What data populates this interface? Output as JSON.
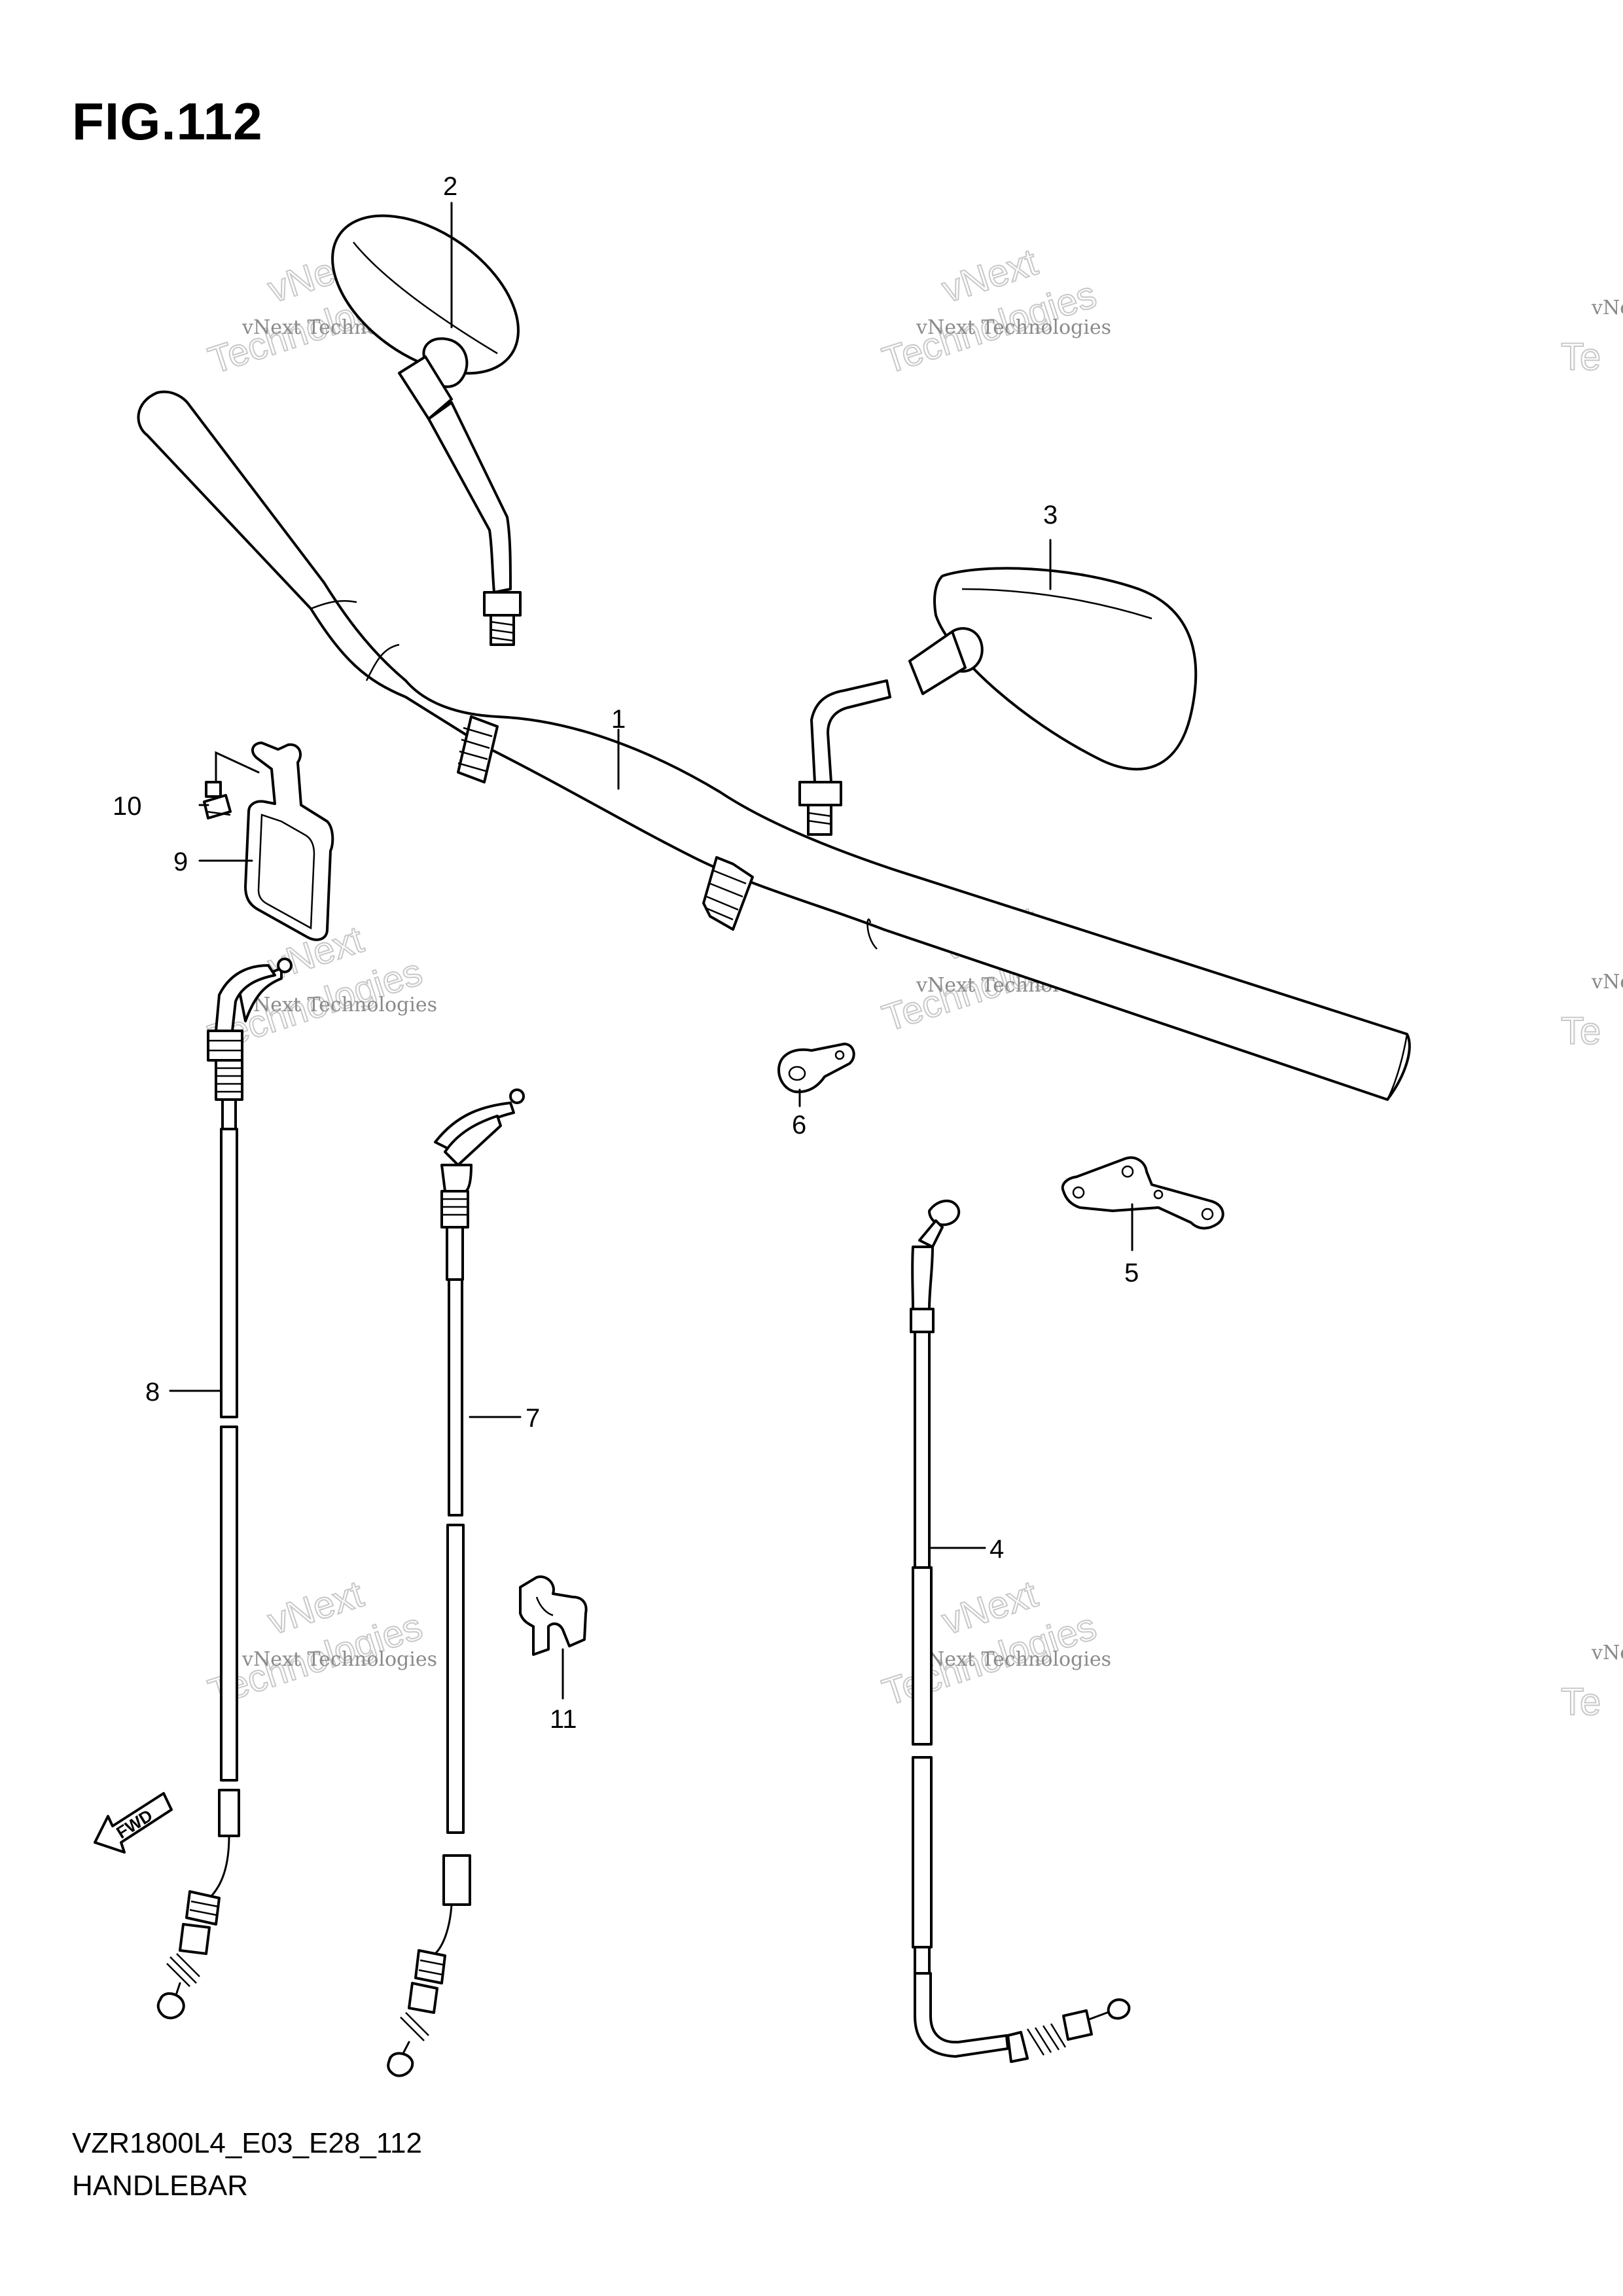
{
  "figure": {
    "title": "FIG.112",
    "code": "VZR1800L4_E03_E28_112",
    "name": "HANDLEBAR"
  },
  "callouts": [
    {
      "id": "1",
      "label": "1"
    },
    {
      "id": "2",
      "label": "2"
    },
    {
      "id": "3",
      "label": "3"
    },
    {
      "id": "4",
      "label": "4"
    },
    {
      "id": "5",
      "label": "5"
    },
    {
      "id": "6",
      "label": "6"
    },
    {
      "id": "7",
      "label": "7"
    },
    {
      "id": "8",
      "label": "8"
    },
    {
      "id": "9",
      "label": "9"
    },
    {
      "id": "10",
      "label": "10"
    },
    {
      "id": "11",
      "label": "11"
    }
  ],
  "fwd_label": "FWD",
  "watermark": {
    "small": "vNext Technologies",
    "big_top": "vNext",
    "big_bottom": "Technologies",
    "small_cut": "vNe",
    "big_cut": "Te"
  },
  "colors": {
    "ink": "#000000",
    "watermark": "#8a8a8a",
    "background": "#ffffff"
  }
}
